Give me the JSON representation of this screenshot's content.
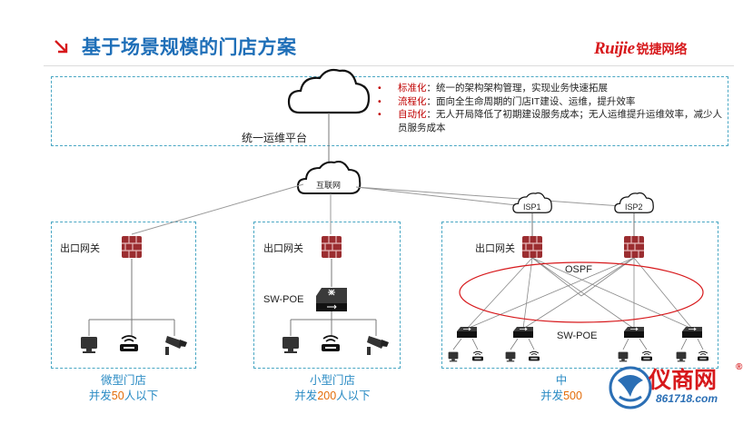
{
  "title": "基于场景规模的门店方案",
  "logo": {
    "en": "Ruijie",
    "cn": "锐捷网络"
  },
  "cloud_platform_label": "统一运维平台",
  "internet_label": "互联网",
  "bullets": [
    {
      "keyword": "标准化",
      "text": "：统一的架构架构管理，实现业务快速拓展"
    },
    {
      "keyword": "流程化",
      "text": "：面向全生命周期的门店IT建设、运维，提升效率"
    },
    {
      "keyword": "自动化",
      "text": "：无人开局降低了初期建设服务成本；无人运维提升运维效率，减少人员服务成本"
    }
  ],
  "labels": {
    "gateway": "出口网关",
    "sw_poe": "SW-POE",
    "isp1": "ISP1",
    "isp2": "ISP2",
    "ospf": "OSPF"
  },
  "scenarios": [
    {
      "name": "微型门店",
      "prefix": "并发",
      "count": "50",
      "suffix": "人以下"
    },
    {
      "name": "小型门店",
      "prefix": "并发",
      "count": "200",
      "suffix": "人以下"
    },
    {
      "name": "中",
      "prefix": "并发",
      "count": "500",
      "suffix": ""
    }
  ],
  "watermark": {
    "text": "仪商网",
    "url": "861718.com",
    "reg": "®"
  },
  "colors": {
    "title": "#1f6fb8",
    "accent_red": "#c00000",
    "box_border": "#48a6c3",
    "caption": "#2a8bc4",
    "highlight": "#e36c09",
    "firewall": "#9b2d30"
  }
}
